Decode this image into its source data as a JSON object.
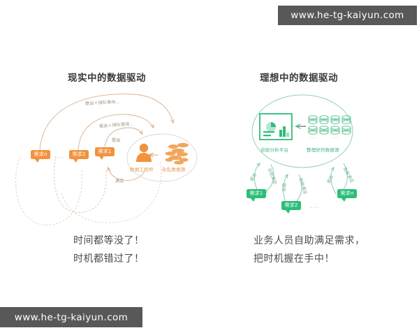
{
  "watermarks": {
    "top": "www.he-tg-kaiyun.com",
    "bottom": "www.he-tg-kaiyun.com"
  },
  "colors": {
    "orange": "#F2923F",
    "orange_light": "#F5B47C",
    "orange_arc": "#D9A574",
    "green": "#2DBE78",
    "green_light": "#8FD8B4",
    "green_arc": "#7BC9A4",
    "text_dark": "#4a4a4a",
    "watermark_bg": "#585858"
  },
  "panels": {
    "left": {
      "title": "现实中的数据驱动",
      "accent": "#F2923F",
      "requests": [
        {
          "label": "需求n",
          "name": "request-bubble-n"
        },
        {
          "label": "需求2",
          "name": "request-bubble-2"
        },
        {
          "label": "需求1",
          "name": "request-bubble-1"
        }
      ],
      "ellipsis": "...",
      "nodes": [
        {
          "label": "数据工程师",
          "icon": "person-icon"
        },
        {
          "label": "杂乱数据源",
          "icon": "messy-data-icon"
        }
      ],
      "flows": [
        {
          "label": "提出＋排队等待…",
          "name": "flow-submit-queue-outer"
        },
        {
          "label": "提出＋排队等待…",
          "name": "flow-submit-queue-mid"
        },
        {
          "label": "提出",
          "name": "flow-submit"
        },
        {
          "label": "满足",
          "name": "flow-satisfy"
        }
      ],
      "caption": {
        "line1": "时间都等没了！",
        "line2": "时机都错过了！"
      }
    },
    "right": {
      "title": "理想中的数据驱动",
      "accent": "#2DBE78",
      "requests": [
        {
          "label": "需求1",
          "name": "request-bubble-1"
        },
        {
          "label": "需求2",
          "name": "request-bubble-2"
        },
        {
          "label": "需求n",
          "name": "request-bubble-n"
        }
      ],
      "ellipsis": "...",
      "nodes": [
        {
          "label": "自助分析平台",
          "icon": "dashboard-icon"
        },
        {
          "label": "整理好的数据源",
          "icon": "database-grid-icon"
        }
      ],
      "db_ellipsis_left": "...",
      "db_ellipsis_right": "...",
      "flows": [
        {
          "label": "提出",
          "name": "flow-submit-left"
        },
        {
          "label": "自助满足",
          "name": "flow-selfserve-left"
        },
        {
          "label": "提出",
          "name": "flow-submit-mid"
        },
        {
          "label": "自助满足",
          "name": "flow-selfserve-mid"
        },
        {
          "label": "提出",
          "name": "flow-submit-right"
        },
        {
          "label": "自助满足",
          "name": "flow-selfserve-right"
        }
      ],
      "caption": {
        "line1": "业务人员自助满足需求，",
        "line2": "把时机握在手中！"
      }
    }
  }
}
